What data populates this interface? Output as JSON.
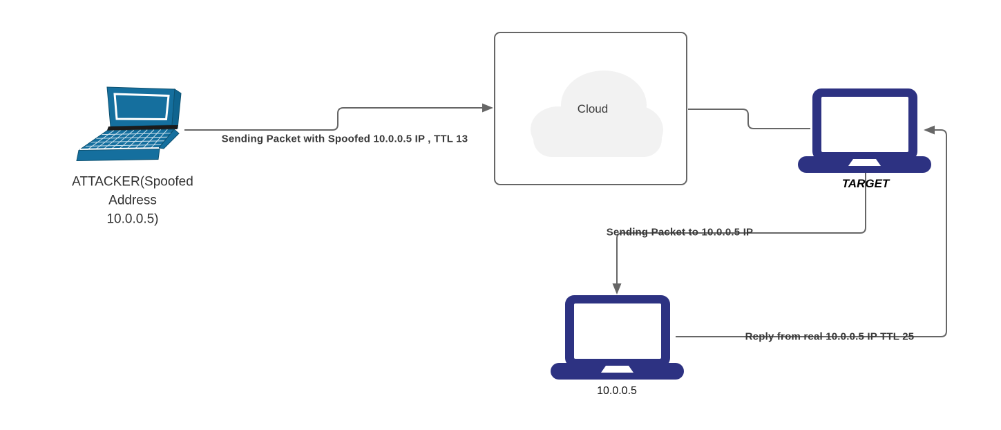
{
  "diagram": {
    "type": "network-attack-flow",
    "background": "#ffffff"
  },
  "colors": {
    "attacker_laptop": "#156f9e",
    "attacker_laptop_dark": "#0f648f",
    "attacker_laptop_outline": "#0e5170",
    "target_laptop": "#2d3282",
    "connector": "#666666",
    "cloud_box_border": "#666666",
    "cloud_fill": "#f2f2f2",
    "edge_label_text": "#383838",
    "caption_text": "#1a1a1a"
  },
  "icons": {
    "attacker": "laptop-3d-icon",
    "cloud": "cloud-icon",
    "target": "laptop-icon",
    "real_host": "laptop-icon"
  },
  "nodes": {
    "attacker": {
      "label": "ATTACKER(Spoofed\nAddress\n10.0.0.5)"
    },
    "cloud": {
      "label": "Cloud"
    },
    "target": {
      "label": "TARGET"
    },
    "real_host": {
      "label": "10.0.0.5"
    }
  },
  "edges": {
    "attacker_to_cloud": {
      "label": "Sending Packet with Spoofed 10.0.0.5 IP , TTL 13",
      "arrow": "into-cloud-left"
    },
    "cloud_to_target": {
      "label": "",
      "arrow": "none"
    },
    "target_to_real_host": {
      "label": "Sending Packet to 10.0.0.5 IP",
      "arrow": "down-into-real-host"
    },
    "real_host_to_target": {
      "label": "Reply from real 10.0.0.5 IP TTL 25",
      "arrow": "left-into-target"
    }
  }
}
